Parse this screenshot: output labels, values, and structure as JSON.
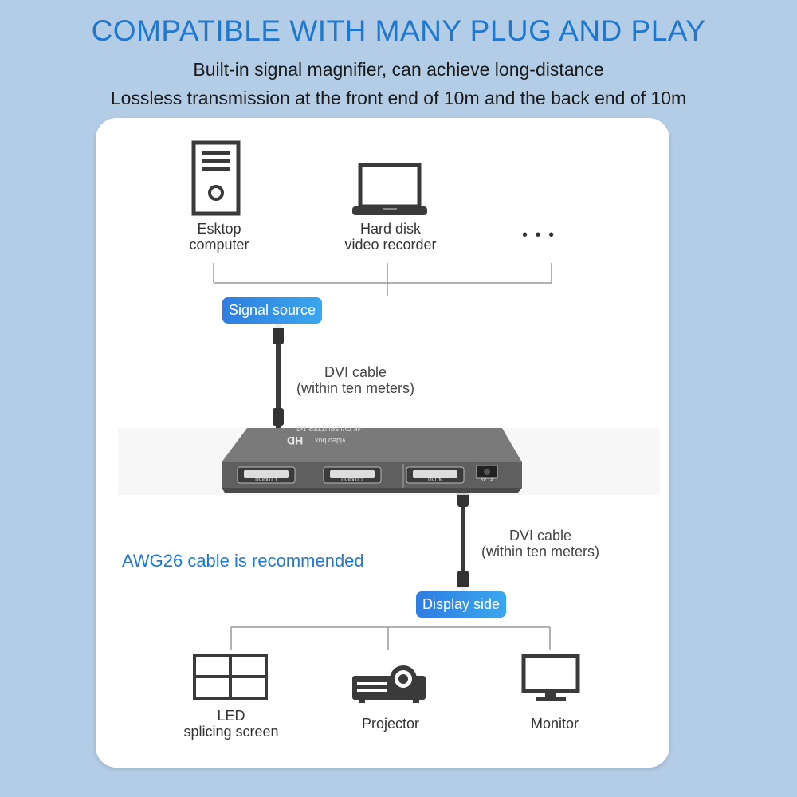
{
  "header": {
    "title": "COMPATIBLE WITH MANY PLUG AND PLAY",
    "line1": "Built-in signal magnifier, can achieve long-distance",
    "line2": "Lossless transmission at the front end of 10m and the back end of 10m"
  },
  "sources": {
    "desktop_label": "Esktop\ncomputer",
    "recorder_label": "Hard disk\nvideo recorder",
    "more_label": "• • •",
    "badge": "Signal source"
  },
  "cable_top": {
    "line1": "DVI cable",
    "line2": "(within ten meters)"
  },
  "cable_bottom": {
    "line1": "DVI cable",
    "line2": "(within ten meters)"
  },
  "device": {
    "brand": "HD",
    "line_a": "video box",
    "line_b": "4K DVI SPLITTER 1x2",
    "port1": "DVIOUT 1",
    "port2": "DVIOUT 2",
    "port3": "DVI IN",
    "power": "5V 1A"
  },
  "note": "AWG26 cable is recommended",
  "displays": {
    "badge": "Display side",
    "led_line1": "LED",
    "led_line2": "splicing screen",
    "projector": "Projector",
    "monitor": "Monitor"
  },
  "colors": {
    "accent": "#1f78cf",
    "background": "#b4cde6",
    "device": "#6d6d6d"
  }
}
